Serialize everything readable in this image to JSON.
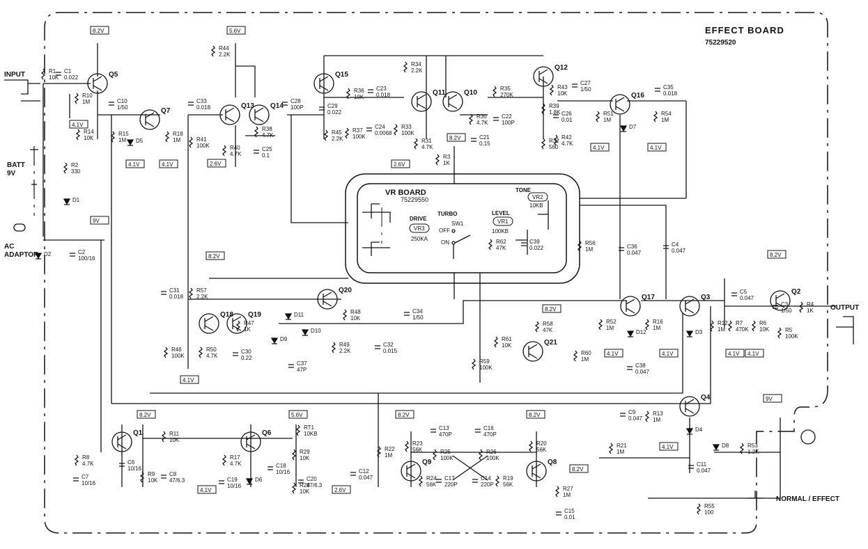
{
  "board": {
    "title": "EFFECT BOARD",
    "part": "75229520"
  },
  "vr_board": {
    "title": "VR BOARD",
    "part": "75229550"
  },
  "jacks": {
    "input": "INPUT",
    "output": "OUTPUT",
    "batt": "BATT",
    "batt_v": "9V",
    "ac": "AC",
    "adaptor": "ADAPTOR",
    "footswitch": "NORMAL / EFFECT"
  },
  "controls": {
    "tone": "TONE",
    "vr2": "VR2",
    "vr2_val": "10KB",
    "level": "LEVEL",
    "vr1": "VR1",
    "vr1_val": "100KB",
    "drive": "DRIVE",
    "vr3": "VR3",
    "vr3_val": "250KA",
    "turbo": "TURBO",
    "sw1": "SW1",
    "off": "OFF",
    "on": "ON"
  },
  "rails": {
    "v82": "8.2V",
    "v56": "5.6V",
    "v41": "4.1V",
    "v26": "2.6V",
    "v9": "9V"
  },
  "transistors": [
    "Q1",
    "Q2",
    "Q3",
    "Q4",
    "Q5",
    "Q6",
    "Q7",
    "Q8",
    "Q9",
    "Q10",
    "Q11",
    "Q12",
    "Q13",
    "Q14",
    "Q15",
    "Q16",
    "Q17",
    "Q18",
    "Q19",
    "Q20",
    "Q21"
  ],
  "components": [
    {
      "ref": "R1",
      "val": "10K"
    },
    {
      "ref": "C1",
      "val": "0.022"
    },
    {
      "ref": "R10",
      "val": "1M"
    },
    {
      "ref": "R14",
      "val": "10K"
    },
    {
      "ref": "R2",
      "val": "330"
    },
    {
      "ref": "D1",
      "val": ""
    },
    {
      "ref": "D2",
      "val": ""
    },
    {
      "ref": "C2",
      "val": "100/16"
    },
    {
      "ref": "C10",
      "val": "1/50"
    },
    {
      "ref": "R15",
      "val": "1M"
    },
    {
      "ref": "D5",
      "val": ""
    },
    {
      "ref": "R18",
      "val": "1M"
    },
    {
      "ref": "C33",
      "val": "0.018"
    },
    {
      "ref": "R41",
      "val": "100K"
    },
    {
      "ref": "R40",
      "val": "4.7K"
    },
    {
      "ref": "R44",
      "val": "2.2K"
    },
    {
      "ref": "R38",
      "val": "4.7K"
    },
    {
      "ref": "C25",
      "val": "0.1"
    },
    {
      "ref": "C28",
      "val": "100P"
    },
    {
      "ref": "C29",
      "val": "0.022"
    },
    {
      "ref": "R45",
      "val": "2.2K"
    },
    {
      "ref": "R36",
      "val": "10K"
    },
    {
      "ref": "C23",
      "val": "0.018"
    },
    {
      "ref": "R37",
      "val": "100K"
    },
    {
      "ref": "C24",
      "val": "0.0068"
    },
    {
      "ref": "R33",
      "val": "100K"
    },
    {
      "ref": "R34",
      "val": "2.2K"
    },
    {
      "ref": "R31",
      "val": "4.7K"
    },
    {
      "ref": "R30",
      "val": "4.7K"
    },
    {
      "ref": "C21",
      "val": "0.15"
    },
    {
      "ref": "R35",
      "val": "270K"
    },
    {
      "ref": "C22",
      "val": "100P"
    },
    {
      "ref": "R39",
      "val": "1.8K"
    },
    {
      "ref": "R32",
      "val": "560"
    },
    {
      "ref": "R43",
      "val": "10K"
    },
    {
      "ref": "C27",
      "val": "1/50"
    },
    {
      "ref": "C26",
      "val": "0.01"
    },
    {
      "ref": "R51",
      "val": "1M"
    },
    {
      "ref": "R42",
      "val": "4.7K"
    },
    {
      "ref": "C35",
      "val": "0.018"
    },
    {
      "ref": "R54",
      "val": "1M"
    },
    {
      "ref": "D7",
      "val": ""
    },
    {
      "ref": "R3",
      "val": "1K"
    },
    {
      "ref": "R62",
      "val": "47K"
    },
    {
      "ref": "C39",
      "val": "0.022"
    },
    {
      "ref": "C36",
      "val": "0.047"
    },
    {
      "ref": "R56",
      "val": "1M"
    },
    {
      "ref": "C4",
      "val": "0.047"
    },
    {
      "ref": "C31",
      "val": "0.018"
    },
    {
      "ref": "R57",
      "val": "2.2K"
    },
    {
      "ref": "R46",
      "val": "100K"
    },
    {
      "ref": "R50",
      "val": "4.7K"
    },
    {
      "ref": "R47",
      "val": "1K"
    },
    {
      "ref": "C30",
      "val": "0.22"
    },
    {
      "ref": "D11",
      "val": ""
    },
    {
      "ref": "D9",
      "val": ""
    },
    {
      "ref": "D10",
      "val": ""
    },
    {
      "ref": "C37",
      "val": "47P"
    },
    {
      "ref": "R48",
      "val": "10K"
    },
    {
      "ref": "R49",
      "val": "2.2K"
    },
    {
      "ref": "C32",
      "val": "0.015"
    },
    {
      "ref": "C34",
      "val": "1/50"
    },
    {
      "ref": "R58",
      "val": "47K"
    },
    {
      "ref": "R61",
      "val": "10K"
    },
    {
      "ref": "R59",
      "val": "100K"
    },
    {
      "ref": "R60",
      "val": "1M"
    },
    {
      "ref": "C38",
      "val": "0.047"
    },
    {
      "ref": "R52",
      "val": "1M"
    },
    {
      "ref": "D12",
      "val": ""
    },
    {
      "ref": "R16",
      "val": "1M"
    },
    {
      "ref": "D3",
      "val": ""
    },
    {
      "ref": "C5",
      "val": "0.047"
    },
    {
      "ref": "R12",
      "val": "1M"
    },
    {
      "ref": "R7",
      "val": "470K"
    },
    {
      "ref": "R6",
      "val": "10K"
    },
    {
      "ref": "C3",
      "val": "1/50"
    },
    {
      "ref": "R4",
      "val": "1K"
    },
    {
      "ref": "R5",
      "val": "100K"
    },
    {
      "ref": "C9",
      "val": "0.047"
    },
    {
      "ref": "R13",
      "val": "1M"
    },
    {
      "ref": "D4",
      "val": ""
    },
    {
      "ref": "C11",
      "val": "0.047"
    },
    {
      "ref": "R21",
      "val": "1M"
    },
    {
      "ref": "D8",
      "val": ""
    },
    {
      "ref": "R53",
      "val": "1.2K"
    },
    {
      "ref": "R55",
      "val": "100"
    },
    {
      "ref": "R8",
      "val": "4.7K"
    },
    {
      "ref": "C6",
      "val": "10/16"
    },
    {
      "ref": "C7",
      "val": "10/16"
    },
    {
      "ref": "R11",
      "val": "10K"
    },
    {
      "ref": "R9",
      "val": "10K"
    },
    {
      "ref": "C8",
      "val": "47/6.3"
    },
    {
      "ref": "R17",
      "val": "4.7K"
    },
    {
      "ref": "C19",
      "val": "10/16"
    },
    {
      "ref": "D6",
      "val": ""
    },
    {
      "ref": "C18",
      "val": "10/16"
    },
    {
      "ref": "R29",
      "val": "10K"
    },
    {
      "ref": "R28",
      "val": "10K"
    },
    {
      "ref": "C20",
      "val": "47/6.3"
    },
    {
      "ref": "RT1",
      "val": "10KB"
    },
    {
      "ref": "R22",
      "val": "1M"
    },
    {
      "ref": "C12",
      "val": "0.047"
    },
    {
      "ref": "R23",
      "val": "56K"
    },
    {
      "ref": "C13",
      "val": "470P"
    },
    {
      "ref": "R25",
      "val": "100K"
    },
    {
      "ref": "C16",
      "val": "470P"
    },
    {
      "ref": "R26",
      "val": "100K"
    },
    {
      "ref": "R20",
      "val": "56K"
    },
    {
      "ref": "R24",
      "val": "56K"
    },
    {
      "ref": "C17",
      "val": "220P"
    },
    {
      "ref": "C14",
      "val": "220P"
    },
    {
      "ref": "R19",
      "val": "56K"
    },
    {
      "ref": "R27",
      "val": "1M"
    },
    {
      "ref": "C15",
      "val": "0.01"
    }
  ]
}
